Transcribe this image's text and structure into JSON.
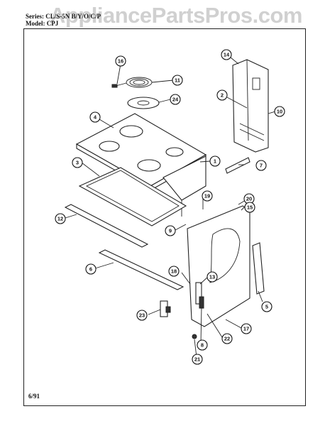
{
  "watermark": "AppliancePartsPros.com",
  "header": {
    "series_line": "Series: CL/S-5N B/Y/O/C/P",
    "model_line": "Model: CPJ"
  },
  "footer": {
    "date": "6/91"
  },
  "callouts": [
    {
      "id": "16",
      "label": "16"
    },
    {
      "id": "11",
      "label": "11"
    },
    {
      "id": "24",
      "label": "24"
    },
    {
      "id": "4",
      "label": "4"
    },
    {
      "id": "3",
      "label": "3"
    },
    {
      "id": "1",
      "label": "1"
    },
    {
      "id": "12",
      "label": "12"
    },
    {
      "id": "6",
      "label": "6"
    },
    {
      "id": "14",
      "label": "14"
    },
    {
      "id": "2",
      "label": "2"
    },
    {
      "id": "10",
      "label": "10"
    },
    {
      "id": "7",
      "label": "7"
    },
    {
      "id": "20",
      "label": "20"
    },
    {
      "id": "19",
      "label": "19"
    },
    {
      "id": "15",
      "label": "15"
    },
    {
      "id": "9",
      "label": "9"
    },
    {
      "id": "18",
      "label": "18"
    },
    {
      "id": "13",
      "label": "13"
    },
    {
      "id": "5",
      "label": "5"
    },
    {
      "id": "23",
      "label": "23"
    },
    {
      "id": "17",
      "label": "17"
    },
    {
      "id": "22",
      "label": "22"
    },
    {
      "id": "8",
      "label": "8"
    },
    {
      "id": "21",
      "label": "21"
    }
  ]
}
